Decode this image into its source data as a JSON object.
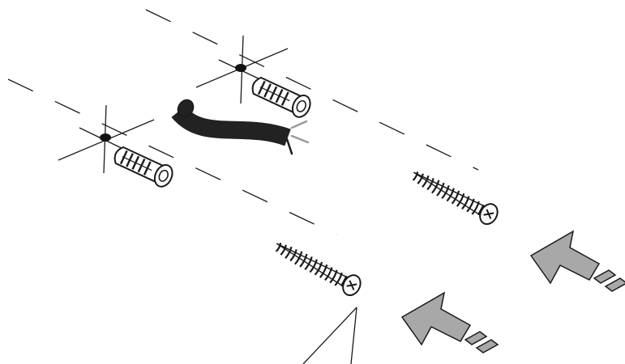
{
  "diagram": {
    "colors": {
      "line": "#1a1a1a",
      "background": "#ffffff",
      "arrow": "#a8a8a8",
      "cable": "#222222",
      "wire_light": "#9a9a9a",
      "dot": "#111111"
    },
    "icons": [
      "drill-mark-icon",
      "wall-plug-icon",
      "cable-icon",
      "screw-icon",
      "push-arrow-icon"
    ],
    "parts": {
      "wall_plugs": 2,
      "screws": 2,
      "cable": 1,
      "drill_marks": 2,
      "push_arrows": 2
    }
  }
}
